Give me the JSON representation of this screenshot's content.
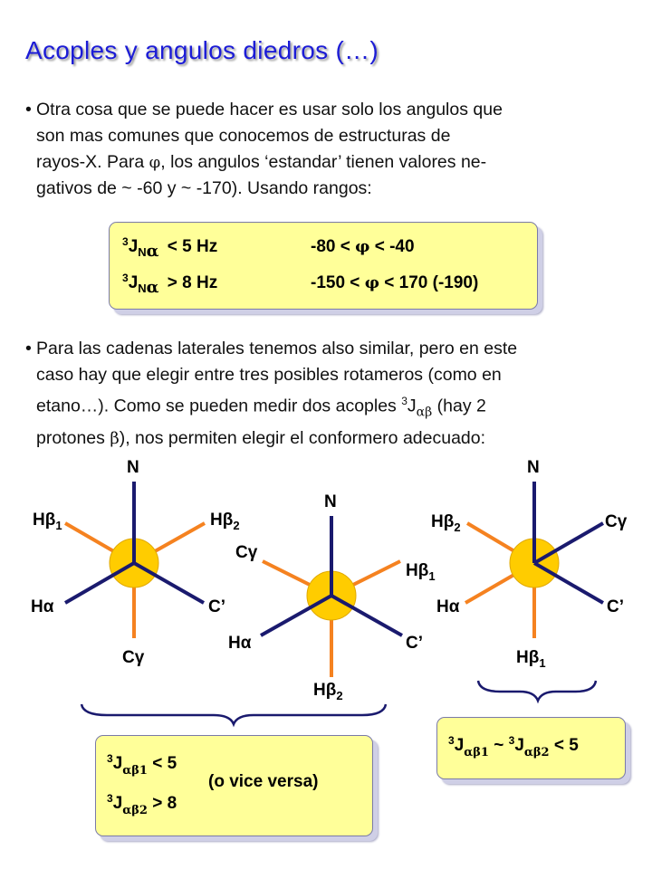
{
  "title": "Acoples y angulos diedros (…)",
  "bullet1": {
    "line1": "Otra cosa que se puede hacer es usar solo los angulos que",
    "line2": "son mas comunes que conocemos de estructuras de",
    "line3_a": "rayos-X. Para ",
    "phi": "φ",
    "line3_b": ", los angulos ‘estandar’ tienen valores ne-",
    "line4": "gativos de ~ -60 y ~ -170). Usando rangos:"
  },
  "range_box": {
    "row1": {
      "coupling": "< 5 Hz",
      "range_a": "-80 <",
      "range_b": "< -40"
    },
    "row2": {
      "coupling": "> 8 Hz",
      "range_a": "-150 <",
      "range_b": "< 170 (-190)"
    },
    "label_j": "J",
    "label_n": "N",
    "alpha": "α",
    "three": "3"
  },
  "bullet2": {
    "line1": "Para las cadenas laterales tenemos also similar, pero en este",
    "line2": "caso hay que elegir entre tres posibles rotameros (como en",
    "line3_a": "etano…). Como se pueden medir dos acoples ",
    "line3_sup": "3",
    "line3_j": "J",
    "line3_sub": "αβ",
    "line3_b": " (hay 2",
    "line4_a": "protones ",
    "beta": "β",
    "line4_b": "), nos permiten elegir el conformero adecuado:"
  },
  "newman1": {
    "top": "N",
    "hb1": "Hβ",
    "hb1_sub": "1",
    "hb2": "Hβ",
    "hb2_sub": "2",
    "ha": "Hα",
    "cprime": "C’",
    "cg": "Cγ"
  },
  "newman2": {
    "top": "N",
    "cg": "Cγ",
    "hb1": "Hβ",
    "hb1_sub": "1",
    "ha": "Hα",
    "cprime": "C’",
    "hb2": "Hβ",
    "hb2_sub": "2"
  },
  "newman3": {
    "top": "N",
    "hb2": "Hβ",
    "hb2_sub": "2",
    "cg": "Cγ",
    "ha": "Hα",
    "cprime": "C’",
    "hb1": "Hβ",
    "hb1_sub": "1"
  },
  "box_left": {
    "row1_sub": "αβ1",
    "row1_val": "< 5",
    "row2_sub": "αβ2",
    "row2_val": "> 8",
    "note": "(o vice versa)"
  },
  "box_right": {
    "sub1": "αβ1",
    "sep": "~",
    "sub2": "αβ2",
    "val": "< 5"
  },
  "colors": {
    "title": "#1c1cd6",
    "box_fill": "#ffff99",
    "bond_back": "#f58220",
    "bond_front": "#1a1a6e",
    "atom": "#ffcc00"
  }
}
